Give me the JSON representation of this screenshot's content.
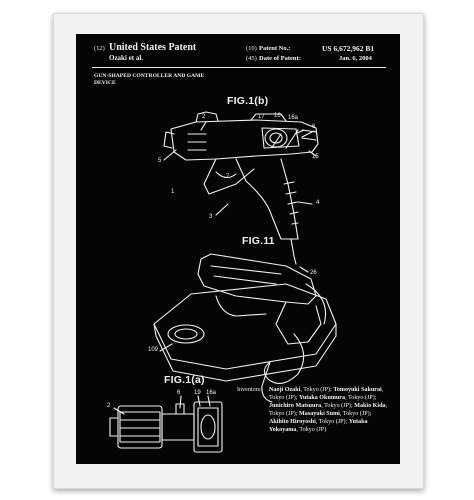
{
  "patent": {
    "tag_12": "(12)",
    "title": "United States Patent",
    "authors": "Ozaki et al.",
    "tag_10": "(10)",
    "number_label": "Patent No.:",
    "number_value": "US 6,672,962 B1",
    "tag_45": "(45)",
    "date_label": "Date of Patent:",
    "date_value": "Jan. 6, 2004",
    "invention_title_line1": "GUN-SHAPED CONTROLLER AND GAME",
    "invention_title_line2": "DEVICE"
  },
  "figures": {
    "fig1b": "FIG.1(b)",
    "fig11": "FIG.11",
    "fig1a": "FIG.1(a)"
  },
  "refs": {
    "r1": "1",
    "r2": "2",
    "r3": "3",
    "r4": "4",
    "r5": "5",
    "r6": "6",
    "r7": "7",
    "r15": "15",
    "r16": "16",
    "r16a": "16a",
    "r17": "17",
    "r19": "19",
    "r26": "26",
    "r109": "109"
  },
  "inventors": {
    "label": "Inventors:",
    "entries": [
      {
        "name": "Naoji Ozaki",
        "loc": ", Tokyo (JP); "
      },
      {
        "name": "Tomoyuki Sakurai",
        "loc": ", Tokyo (JP); "
      },
      {
        "name": "Yutaka Okumura",
        "loc": ", Tokyo (JP); "
      },
      {
        "name": "Junichiro Matsuura",
        "loc": ", Tokyo (JP); "
      },
      {
        "name": "Makio Kida",
        "loc": ", Tokyo (JP); "
      },
      {
        "name": "Masayuki Sumi",
        "loc": ", Tokyo (JP); "
      },
      {
        "name": "Akihito Hiroyoshi",
        "loc": ", Tokyo (JP); "
      },
      {
        "name": "Yutaka Yokoyama",
        "loc": ", Tokyo (JP)"
      }
    ]
  },
  "colors": {
    "poster_background": "#050505",
    "line_art": "#f2f2f2",
    "frame": "#f2f2f2",
    "page_background": "#ffffff"
  }
}
